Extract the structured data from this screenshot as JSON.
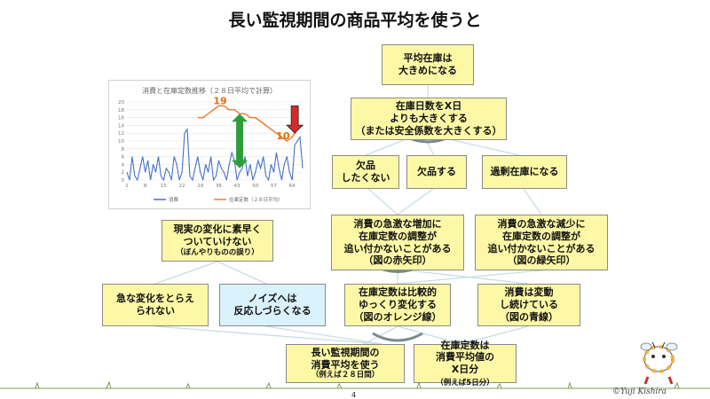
{
  "title": "長い監視期間の商品平均を使うと",
  "boxes": {
    "avg_stock": [
      "平均在庫は",
      "大きめになる"
    ],
    "stock_days": [
      "在庫日数をX日",
      "よりも大きくする",
      "（または安全係数を大きくする）"
    ],
    "stockout": [
      "欠品",
      "したくない"
    ],
    "stockout_happens": [
      "欠品する"
    ],
    "overstock": [
      "過剰在庫になる"
    ],
    "sharp_increase": [
      "消費の急激な増加に",
      "在庫定数の調整が",
      "追い付かないことがある",
      "（図の赤矢印）"
    ],
    "sharp_decrease": [
      "消費の急激な減少に",
      "在庫定数の調整が",
      "追い付かないことがある",
      "（図の緑矢印）"
    ],
    "cannot_follow": [
      "現実の変化に素早く",
      "ついていけない",
      "（ぼんやりものの誤り）"
    ],
    "sudden_change": [
      "急な変化をとらえ",
      "られない"
    ],
    "noise": [
      "ノイズへは",
      "反応しづらくなる"
    ],
    "slow_change": [
      "在庫定数は比較的",
      "ゆっくり変化する",
      "（図のオレンジ線）"
    ],
    "keeps_changing": [
      "消費は変動",
      "し続けている",
      "（図の青線）"
    ],
    "long_period": [
      "長い監視期間の",
      "消費平均を使う",
      "（例えば２８日間）"
    ],
    "x_days": [
      "在庫定数は",
      "消費平均値の",
      "X日分",
      "（例えば5日分）"
    ]
  },
  "page_number": "4",
  "copyright": "©Yuji Kishira",
  "chart_data": {
    "type": "line",
    "title": "消費と在庫定数推移（２８日平均で計算）",
    "x_ticks": [
      1,
      8,
      15,
      22,
      29,
      36,
      43,
      50,
      57,
      64
    ],
    "ylim": [
      0,
      20
    ],
    "y_ticks": [
      0,
      2,
      4,
      6,
      8,
      10,
      12,
      14,
      16,
      18,
      20
    ],
    "series": [
      {
        "name": "消費",
        "color": "#4472c4",
        "x": [
          1,
          2,
          3,
          4,
          5,
          6,
          7,
          8,
          9,
          10,
          11,
          12,
          13,
          14,
          15,
          16,
          17,
          18,
          19,
          20,
          21,
          22,
          23,
          24,
          25,
          26,
          27,
          28,
          29,
          30,
          31,
          32,
          33,
          34,
          35,
          36,
          37,
          38,
          39,
          40,
          41,
          42,
          43,
          44,
          45,
          46,
          47,
          48,
          49,
          50,
          51,
          52,
          53,
          54,
          55,
          56,
          57,
          58,
          59,
          60,
          61,
          62,
          63,
          64,
          65,
          66,
          67,
          68
        ],
        "values": [
          2,
          0,
          6,
          1,
          0,
          3,
          6,
          2,
          5,
          0,
          4,
          2,
          6,
          1,
          0,
          3,
          2,
          0,
          6,
          4,
          0,
          2,
          12,
          13,
          1,
          0,
          3,
          6,
          2,
          0,
          4,
          2,
          6,
          0,
          1,
          5,
          3,
          2,
          0,
          4,
          7,
          5,
          0,
          2,
          3,
          6,
          1,
          4,
          0,
          2,
          5,
          3,
          6,
          1,
          0,
          4,
          2,
          7,
          3,
          0,
          4,
          6,
          2,
          0,
          9,
          10,
          11,
          3
        ]
      },
      {
        "name": "在庫定数（２８日平均）",
        "color": "#ed7d31",
        "x": [
          28,
          30,
          32,
          34,
          36,
          38,
          40,
          42,
          44,
          46,
          48,
          50,
          52,
          54,
          56,
          58,
          60,
          62,
          64,
          66,
          68
        ],
        "values": [
          16,
          16,
          17,
          18,
          19,
          19,
          18,
          18,
          17,
          17,
          16,
          16,
          15,
          14,
          13,
          12,
          11,
          10,
          11,
          13,
          14
        ]
      }
    ],
    "annotations": [
      {
        "text": "19",
        "x": 38,
        "y": 19,
        "color": "#e36c09"
      },
      {
        "text": "10",
        "x": 62,
        "y": 10,
        "color": "#e36c09"
      }
    ],
    "arrows": [
      {
        "kind": "double",
        "color": "#2e9e3a",
        "x": 44,
        "y_from": 17,
        "y_to": 3
      },
      {
        "kind": "down",
        "color": "#d62b2b",
        "x": 65,
        "y_from": 19,
        "y_to": 12
      }
    ]
  }
}
